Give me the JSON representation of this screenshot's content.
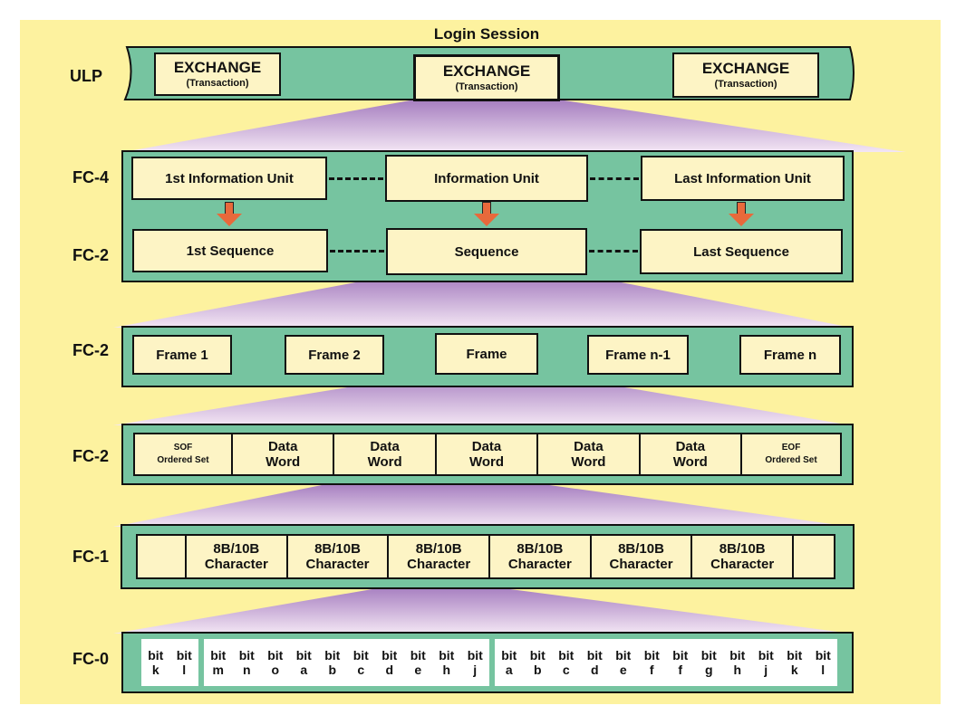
{
  "title": "Login Session",
  "levels": {
    "ulp": "ULP",
    "fc4": "FC-4",
    "fc2": "FC-2",
    "fc1": "FC-1",
    "fc0": "FC-0"
  },
  "exchanges": [
    {
      "label": "EXCHANGE",
      "sub": "(Transaction)"
    },
    {
      "label": "EXCHANGE",
      "sub": "(Transaction)"
    },
    {
      "label": "EXCHANGE",
      "sub": "(Transaction)"
    }
  ],
  "information_units": [
    "1st Information Unit",
    "Information Unit",
    "Last Information Unit"
  ],
  "sequences": [
    "1st Sequence",
    "Sequence",
    "Last Sequence"
  ],
  "frames": [
    "Frame 1",
    "Frame 2",
    "Frame",
    "Frame  n-1",
    "Frame  n"
  ],
  "words": [
    {
      "l1": "SOF",
      "l2": "Ordered Set"
    },
    {
      "l1": "Data",
      "l2": "Word"
    },
    {
      "l1": "Data",
      "l2": "Word"
    },
    {
      "l1": "Data",
      "l2": "Word"
    },
    {
      "l1": "Data",
      "l2": "Word"
    },
    {
      "l1": "Data",
      "l2": "Word"
    },
    {
      "l1": "EOF",
      "l2": "Ordered Set"
    }
  ],
  "characters": [
    {
      "l1": "8B/10B",
      "l2": "Character"
    },
    {
      "l1": "8B/10B",
      "l2": "Character"
    },
    {
      "l1": "8B/10B",
      "l2": "Character"
    },
    {
      "l1": "8B/10B",
      "l2": "Character"
    },
    {
      "l1": "8B/10B",
      "l2": "Character"
    },
    {
      "l1": "8B/10B",
      "l2": "Character"
    }
  ],
  "bits": {
    "word": "bit",
    "letters": [
      "k",
      "l",
      "m",
      "n",
      "o",
      "a",
      "b",
      "c",
      "d",
      "e",
      "h",
      "j",
      "a",
      "b",
      "c",
      "d",
      "e",
      "f",
      "f",
      "g",
      "h",
      "j",
      "k",
      "l"
    ]
  },
  "colors": {
    "background": "#fdf29f",
    "band": "#76c4a0",
    "box": "#fdf4c5",
    "arrow": "#e8693b",
    "fan": "#c9a3d8"
  }
}
